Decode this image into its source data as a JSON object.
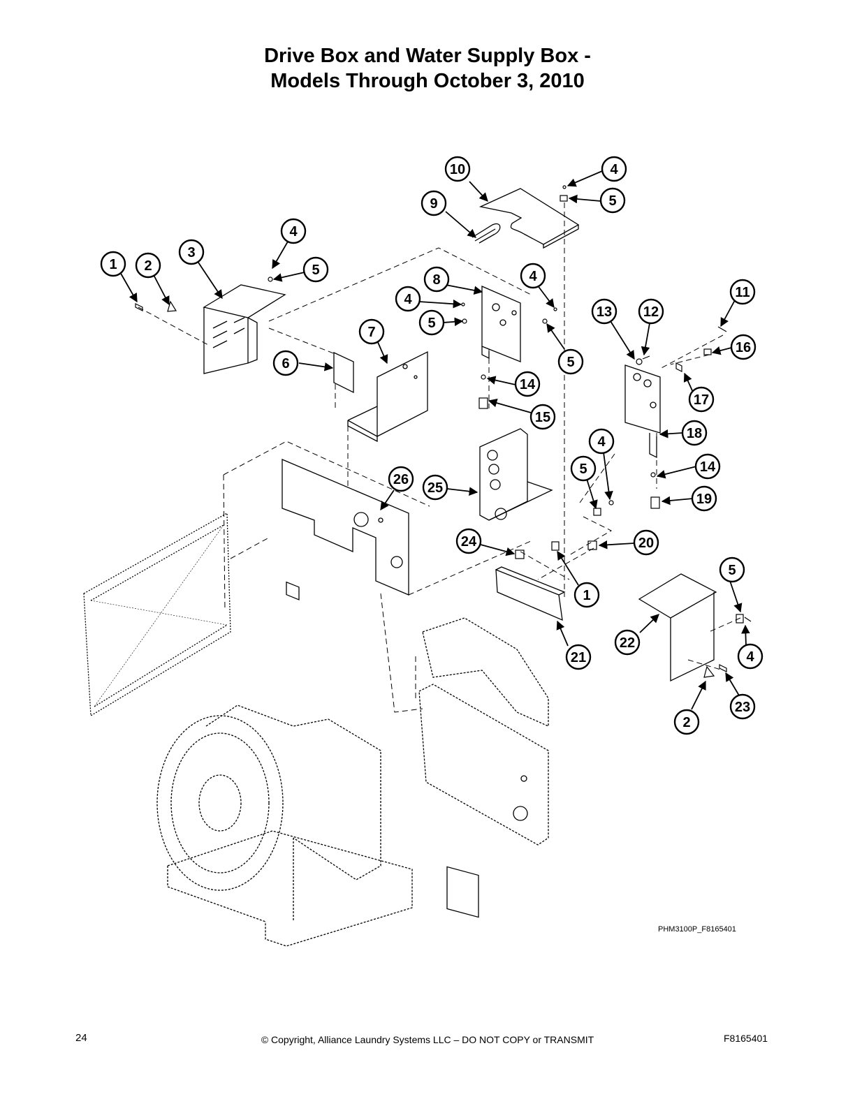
{
  "title": {
    "line1": "Drive Box and Water Supply Box -",
    "line2": "Models Through October 3, 2010"
  },
  "callouts": [
    "1",
    "2",
    "3",
    "4",
    "5",
    "4",
    "5",
    "8",
    "4",
    "5",
    "4",
    "5",
    "6",
    "7",
    "9",
    "10",
    "4",
    "5",
    "14",
    "15",
    "13",
    "12",
    "11",
    "16",
    "17",
    "18",
    "26",
    "25",
    "4",
    "5",
    "14",
    "19",
    "24",
    "1",
    "20",
    "21",
    "22",
    "5",
    "4",
    "23",
    "2"
  ],
  "figure_code": "PHM3100P_F8165401",
  "footer": {
    "page": "24",
    "copyright": "© Copyright, Alliance Laundry Systems LLC – DO NOT COPY or TRANSMIT",
    "doc_code": "F8165401"
  }
}
